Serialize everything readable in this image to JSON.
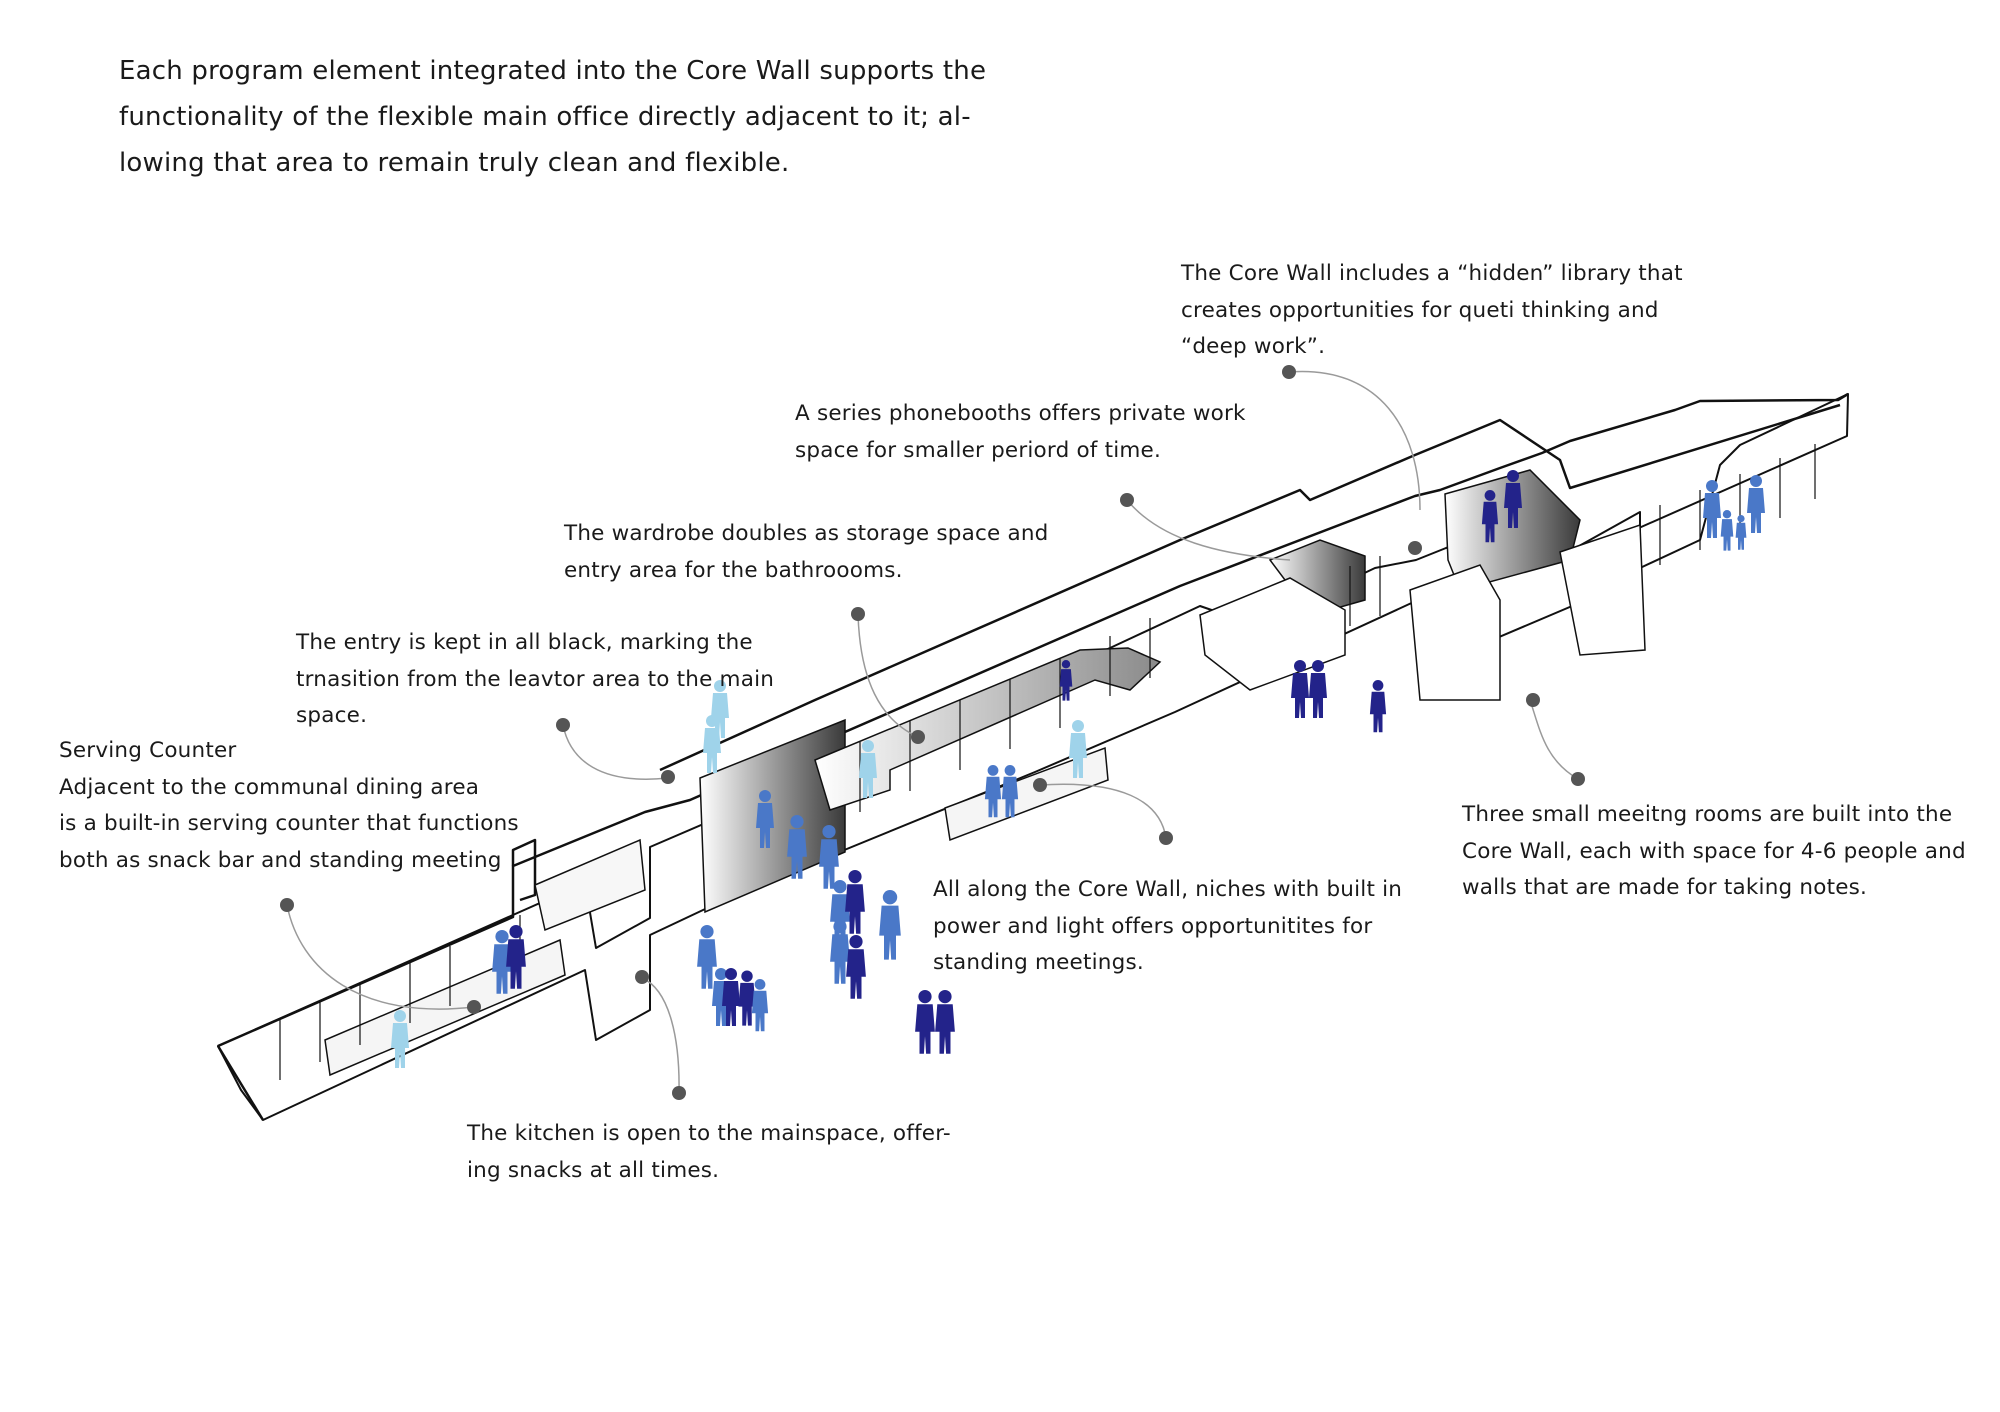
{
  "intro": {
    "lines": [
      "Each program element integrated into the Core Wall supports the",
      "functionality of the flexible main office directly adjacent to it; al-",
      "lowing that area  to remain truly clean and flexible."
    ]
  },
  "callouts": {
    "library": {
      "lines": [
        "The Core Wall includes a “hidden” library that",
        "creates opportunities for queti thinking and",
        "“deep work”."
      ]
    },
    "phonebooths": {
      "lines": [
        "A series phonebooths offers private work",
        "space for smaller periord of time."
      ]
    },
    "wardrobe": {
      "lines": [
        "The wardrobe doubles as storage space and",
        "entry area for the bathroooms."
      ]
    },
    "entry": {
      "lines": [
        "The entry is kept in all black, marking the",
        "trnasition from the leavtor area to the main",
        "space."
      ]
    },
    "serving": {
      "lines": [
        "Serving Counter",
        "Adjacent to the communal dining area",
        "is a built-in serving counter that functions",
        "both as snack bar and standing meeting"
      ]
    },
    "niches": {
      "lines": [
        "All along the Core Wall, niches with built in",
        "power and light offers opportunitites for",
        "standing meetings."
      ]
    },
    "meeting": {
      "lines": [
        "Three small meeitng rooms are built into the",
        "Core Wall, each with space for 4-6 people and",
        "walls that are made for taking notes."
      ]
    },
    "kitchen": {
      "lines": [
        "The kitchen is open to the mainspace, offer-",
        "ing snacks at all times."
      ]
    }
  },
  "colors": {
    "outline": "#111111",
    "wall_fill": "#ffffff",
    "dot": "#555555",
    "leader": "#9a9a9a",
    "people_light": "#9fd3ea",
    "people_mid": "#4a78c8",
    "people_dark": "#23238a"
  }
}
